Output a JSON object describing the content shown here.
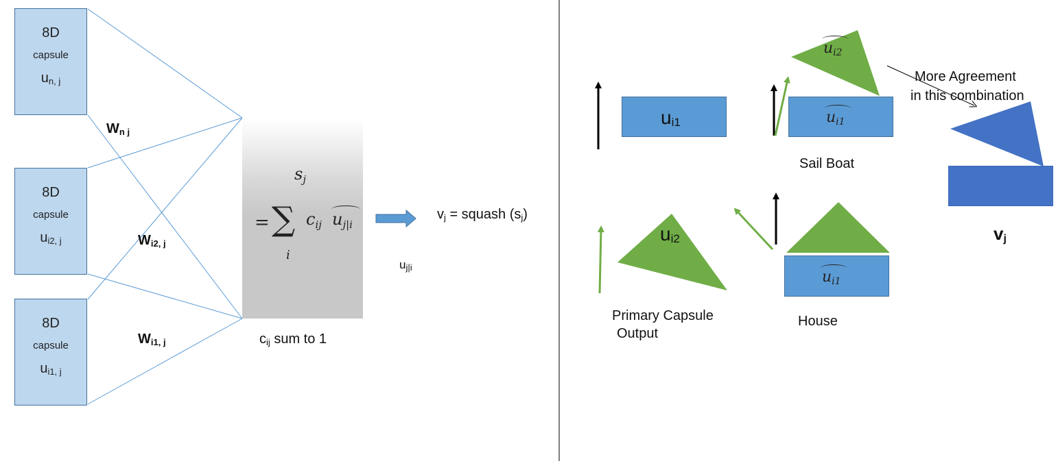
{
  "left_panel": {
    "capsules": [
      {
        "dim": "8D",
        "word": "capsule",
        "symbol": "u",
        "sub": "n, j"
      },
      {
        "dim": "8D",
        "word": "capsule",
        "symbol": "u",
        "sub": "i2, j"
      },
      {
        "dim": "8D",
        "word": "capsule",
        "symbol": "u",
        "sub": "i1, j"
      }
    ],
    "weights": [
      {
        "symbol": "W",
        "sub": "n j"
      },
      {
        "symbol": "W",
        "sub": "i2, j"
      },
      {
        "symbol": "W",
        "sub": "i1, j"
      }
    ],
    "sum_box": {
      "s_symbol": "s",
      "s_sub": "j",
      "equals": "=",
      "sigma": "∑",
      "sigma_index": "i",
      "c_symbol": "c",
      "c_sub": "ij",
      "u_hat_symbol": "u",
      "u_hat_sub": "j|i"
    },
    "caption_c": {
      "symbol": "c",
      "sub": "ij",
      "text": " sum to 1"
    },
    "output_v": {
      "symbol": "v",
      "sub": "j",
      "text": " = squash (s",
      "sub2": "j",
      "close": ")"
    },
    "arrow_label": {
      "symbol": "u",
      "sub": "j|i"
    }
  },
  "right_panel": {
    "u_i1": {
      "symbol": "u",
      "sub": "i1"
    },
    "u_i2": {
      "symbol": "u",
      "sub": "i2"
    },
    "u_hat_i1_boat": {
      "symbol": "u",
      "sub": "i1"
    },
    "u_hat_i2_boat": {
      "symbol": "u",
      "sub": "i2"
    },
    "u_hat_i1_house": {
      "symbol": "u",
      "sub": "i1"
    },
    "sail_boat_label": "Sail Boat",
    "house_label": "House",
    "primary_caption": {
      "line1": "Primary Capsule",
      "line2": "Output"
    },
    "agreement_note": {
      "line1": "More Agreement",
      "line2": "in this combination"
    },
    "v_j": {
      "symbol": "v",
      "sub": "j"
    }
  },
  "colors": {
    "capsule_fill": "#bdd7ee",
    "capsule_border": "#41719c",
    "line_blue": "#5b9bd5",
    "green": "#70ad47",
    "blue_rect": "#5b9bd5",
    "dark_blue": "#4472c4",
    "divider": "#000000"
  }
}
